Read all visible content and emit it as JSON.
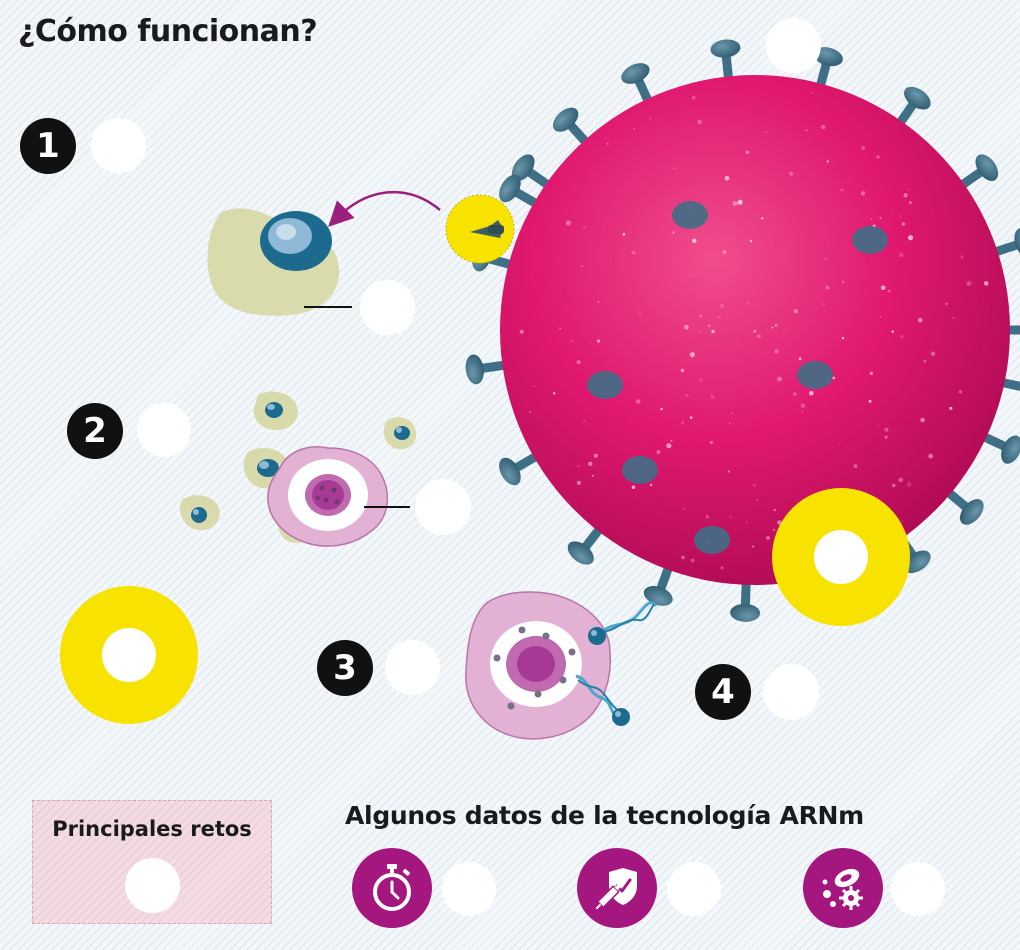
{
  "title": "¿Cómo funcionan?",
  "steps": [
    {
      "number": "1"
    },
    {
      "number": "2"
    },
    {
      "number": "3"
    },
    {
      "number": "4"
    }
  ],
  "challenges": {
    "title": "Principales retos"
  },
  "facts": {
    "title": "Algunos datos de la tecnología ARNm",
    "icons": [
      "stopwatch-icon",
      "syringe-shield-icon",
      "virus-cells-icon"
    ]
  },
  "colors": {
    "virus": "#e0186e",
    "spike": "#3f6f86",
    "accent_yellow": "#f7e200",
    "step_badge": "#111111",
    "fact_icon": "#a4177f",
    "challenges_bg": "#f2dbe2"
  }
}
